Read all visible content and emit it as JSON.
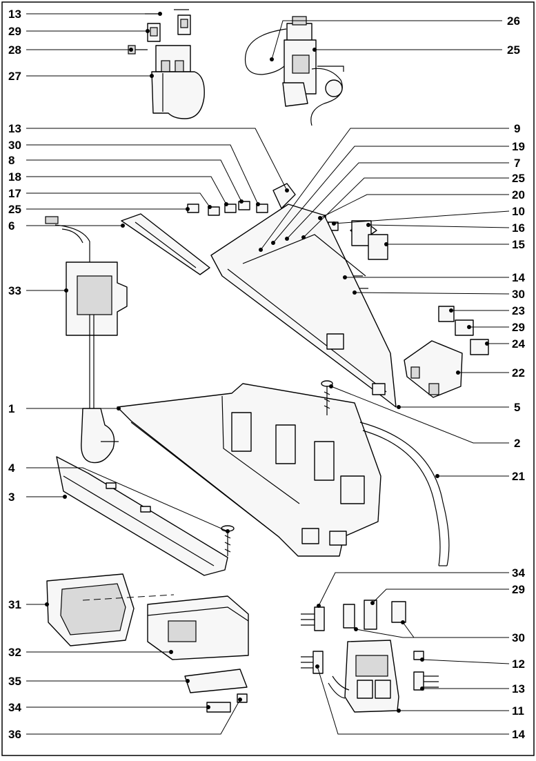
{
  "diagram": {
    "callouts": [
      {
        "id": "c13a",
        "label": "13"
      },
      {
        "id": "c29a",
        "label": "29"
      },
      {
        "id": "c28",
        "label": "28"
      },
      {
        "id": "c27",
        "label": "27"
      },
      {
        "id": "c26",
        "label": "26"
      },
      {
        "id": "c25a",
        "label": "25"
      },
      {
        "id": "c13b",
        "label": "13"
      },
      {
        "id": "c30a",
        "label": "30"
      },
      {
        "id": "c8",
        "label": "8"
      },
      {
        "id": "c18",
        "label": "18"
      },
      {
        "id": "c17",
        "label": "17"
      },
      {
        "id": "c25b",
        "label": "25"
      },
      {
        "id": "c6",
        "label": "6"
      },
      {
        "id": "c33",
        "label": "33"
      },
      {
        "id": "c9",
        "label": "9"
      },
      {
        "id": "c19",
        "label": "19"
      },
      {
        "id": "c7",
        "label": "7"
      },
      {
        "id": "c25c",
        "label": "25"
      },
      {
        "id": "c20",
        "label": "20"
      },
      {
        "id": "c10",
        "label": "10"
      },
      {
        "id": "c16",
        "label": "16"
      },
      {
        "id": "c15",
        "label": "15"
      },
      {
        "id": "c14a",
        "label": "14"
      },
      {
        "id": "c30b",
        "label": "30"
      },
      {
        "id": "c23",
        "label": "23"
      },
      {
        "id": "c29b",
        "label": "29"
      },
      {
        "id": "c24",
        "label": "24"
      },
      {
        "id": "c22",
        "label": "22"
      },
      {
        "id": "c5",
        "label": "5"
      },
      {
        "id": "c1",
        "label": "1"
      },
      {
        "id": "c2",
        "label": "2"
      },
      {
        "id": "c4",
        "label": "4"
      },
      {
        "id": "c21",
        "label": "21"
      },
      {
        "id": "c3",
        "label": "3"
      },
      {
        "id": "c34a",
        "label": "34"
      },
      {
        "id": "c29c",
        "label": "29"
      },
      {
        "id": "c31",
        "label": "31"
      },
      {
        "id": "c30c",
        "label": "30"
      },
      {
        "id": "c32",
        "label": "32"
      },
      {
        "id": "c12",
        "label": "12"
      },
      {
        "id": "c35",
        "label": "35"
      },
      {
        "id": "c13c",
        "label": "13"
      },
      {
        "id": "c34b",
        "label": "34"
      },
      {
        "id": "c11",
        "label": "11"
      },
      {
        "id": "c36",
        "label": "36"
      },
      {
        "id": "c14b",
        "label": "14"
      }
    ]
  }
}
